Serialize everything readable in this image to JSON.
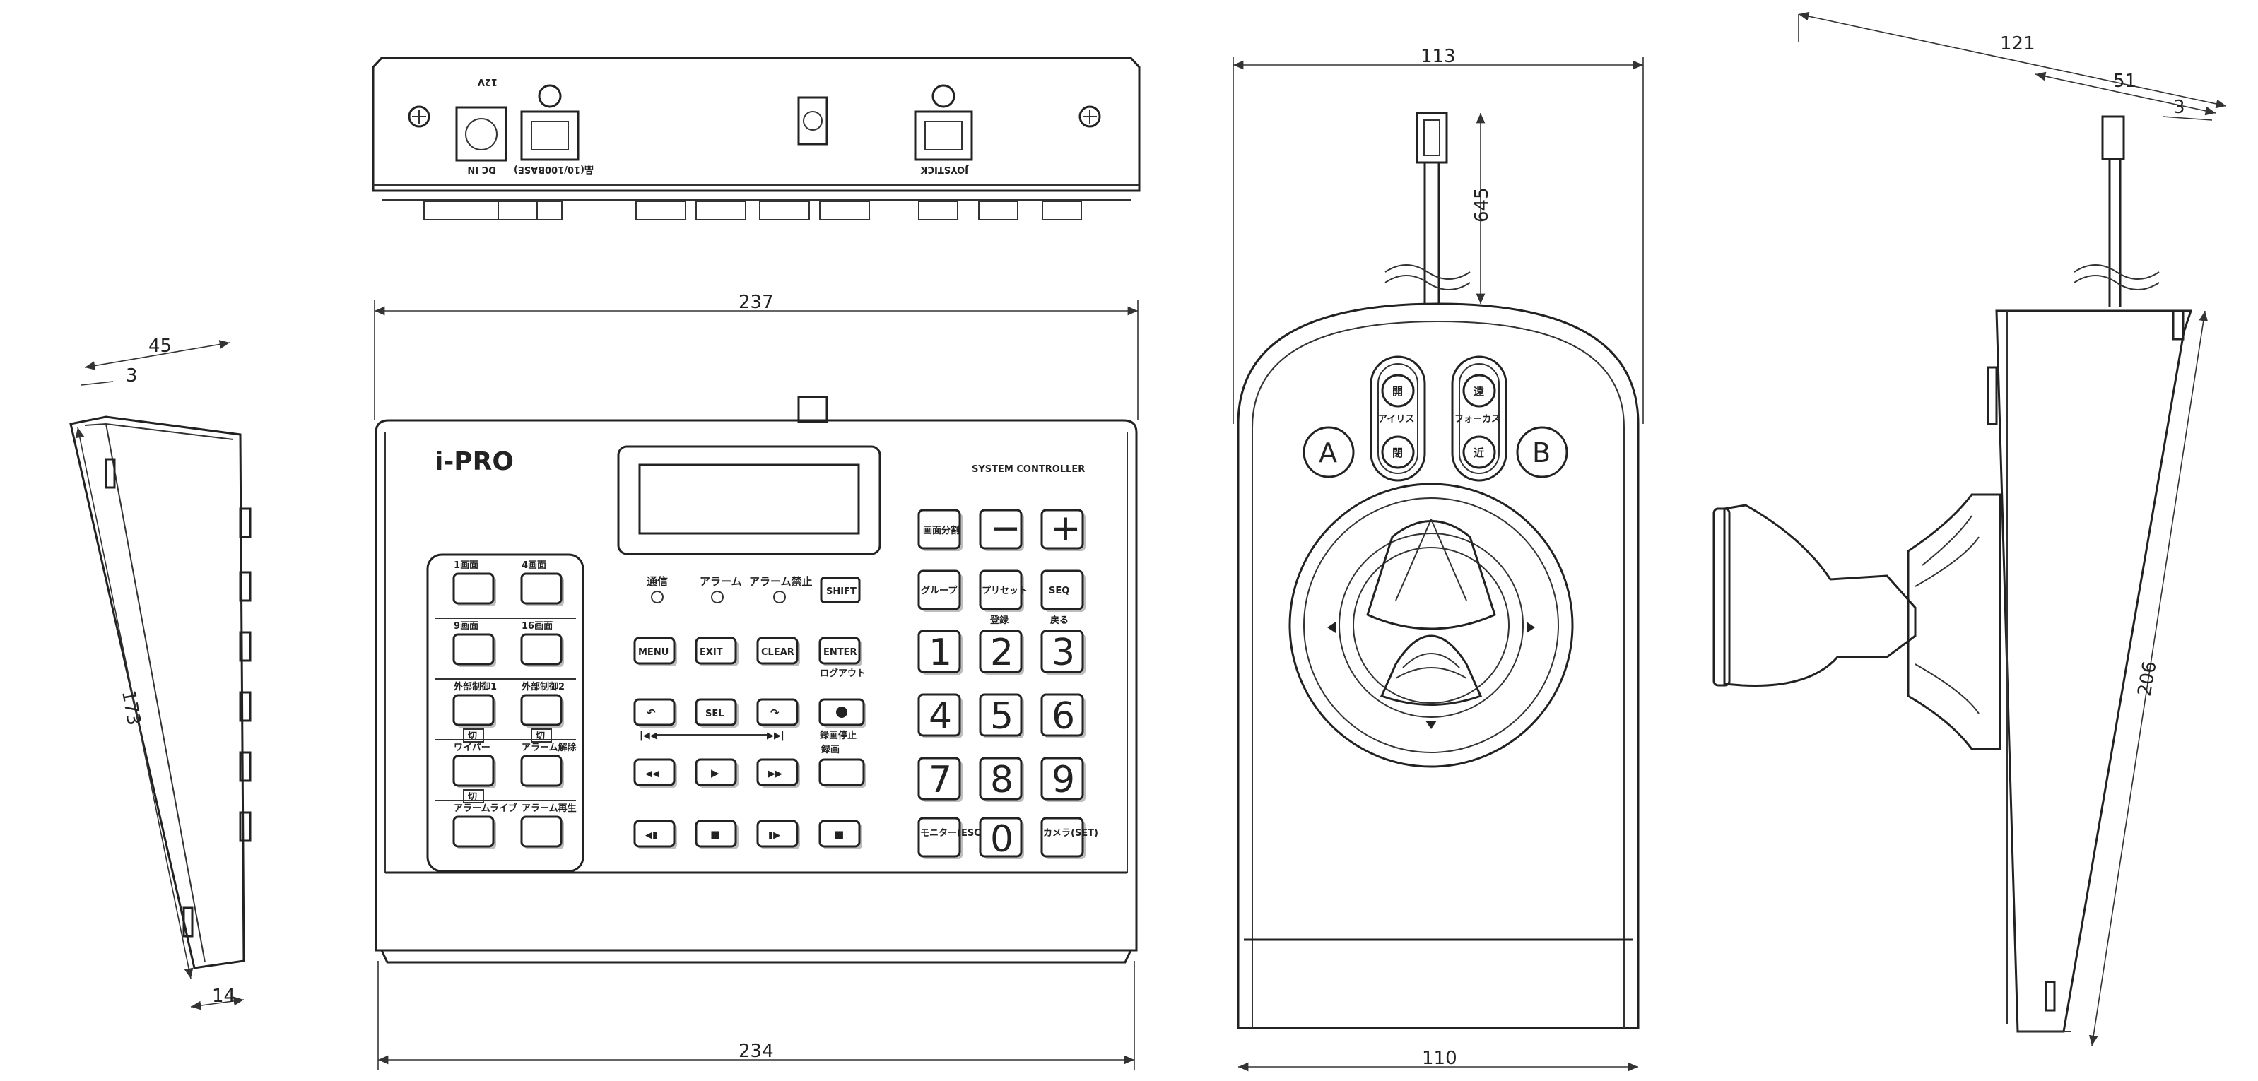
{
  "dimensions": {
    "top_width": "237",
    "bottom_width": "234",
    "side_left_top": "45",
    "side_left_offset": "3",
    "side_left_height": "173",
    "side_left_bottom": "14",
    "joy_top": "113",
    "joy_bottom": "110",
    "cable": "645",
    "right_top_total": "121",
    "right_top_mid": "51",
    "right_top_small": "3",
    "right_height": "206"
  },
  "rear_panel": {
    "dc_symbol": "12V",
    "dc_in": "DC IN",
    "network": "品(10/100BASE)",
    "joystick": "JOYSTICK"
  },
  "front_panel": {
    "logo": "i-PRO",
    "model": "SYSTEM CONTROLLER",
    "indicators": [
      "通信",
      "アラーム",
      "アラーム禁止"
    ],
    "shift": "SHIFT",
    "left_keys": [
      {
        "label": "1画面"
      },
      {
        "label": "4画面"
      },
      {
        "label": "9画面"
      },
      {
        "label": "16画面"
      },
      {
        "label": "外部制御1",
        "sub": "切"
      },
      {
        "label": "外部制御2",
        "sub": "切"
      },
      {
        "label": "ワイパー",
        "sub": "切"
      },
      {
        "label": "アラーム解除"
      },
      {
        "label": "アラームライブ"
      },
      {
        "label": "アラーム再生"
      }
    ],
    "menu_keys": [
      "MENU",
      "EXIT",
      "CLEAR",
      "ENTER"
    ],
    "logout": "ログアウト",
    "sel": "SEL",
    "rec_stop": "録画停止",
    "record": "録画",
    "top_keys": [
      "画面分割",
      "−",
      "+"
    ],
    "group": "グループ",
    "preset": "プリセット",
    "preset_sub": "登録",
    "seq": "SEQ",
    "seq_sub": "戻る",
    "digits": [
      "1",
      "2",
      "3",
      "4",
      "5",
      "6",
      "7",
      "8",
      "9",
      "0"
    ],
    "monitor": "モニター(ESC)",
    "camera": "カメラ(SET)"
  },
  "joystick_unit": {
    "btn_a": "A",
    "btn_b": "B",
    "iris_open": "開",
    "iris_label": "アイリス",
    "iris_close": "閉",
    "focus_far": "遠",
    "focus_label": "フォーカス",
    "focus_near": "近"
  }
}
